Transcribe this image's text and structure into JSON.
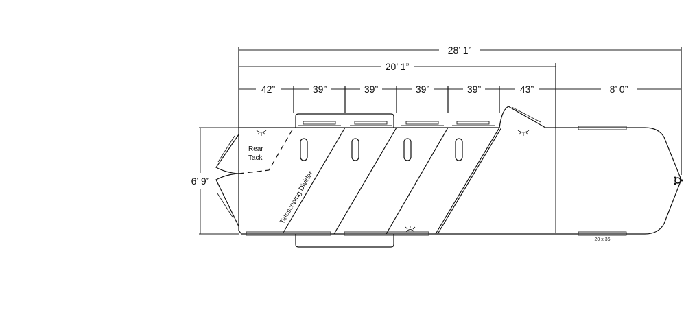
{
  "dimensions": {
    "overall_length": "28’ 1”",
    "living_length": "20’ 1”",
    "segments": [
      "42”",
      "39”",
      "39”",
      "39”",
      "39”",
      "43”",
      "8’ 0”"
    ],
    "width": "6’ 9”"
  },
  "labels": {
    "rear_tack": [
      "Rear",
      "Tack"
    ],
    "divider": "Telescoping Divider",
    "window_size": "20 x 36"
  }
}
